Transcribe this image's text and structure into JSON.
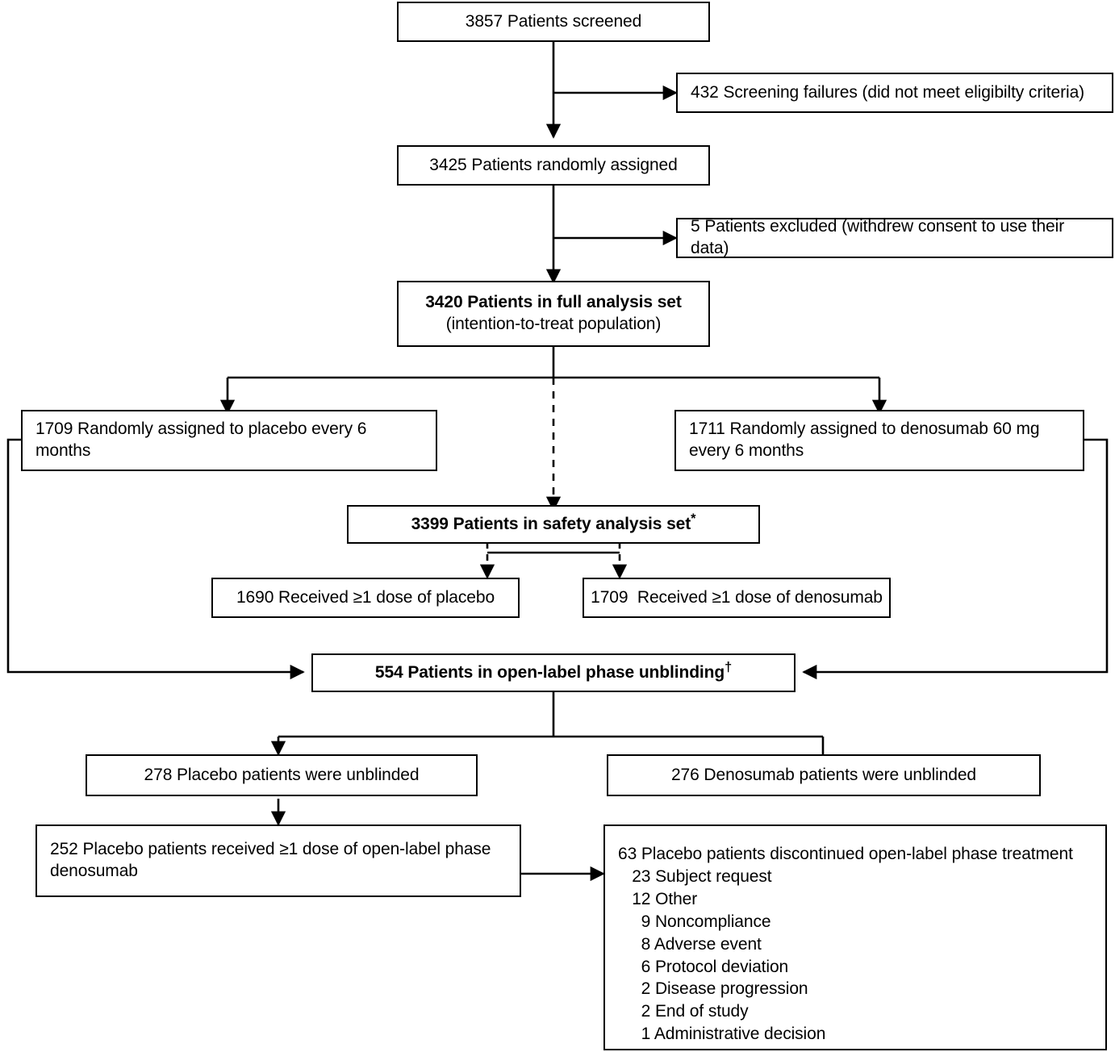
{
  "figure": {
    "type": "consort-flow-diagram",
    "title": "Patient screening, randomization, and open-label phase flow"
  },
  "nodes": {
    "screened": {
      "text": "3857 Patients screened"
    },
    "screening_failures": {
      "text": "432 Screening failures  (did not meet eligibilty criteria)"
    },
    "randomized": {
      "text": "3425 Patients randomly assigned"
    },
    "excluded": {
      "text": "5 Patients excluded (withdrew consent to use their data)"
    },
    "full_analysis": {
      "line1": "3420 Patients in full analysis set",
      "line2": "(intention-to-treat population)"
    },
    "placebo_assigned": {
      "text": "1709 Randomly assigned to placebo every 6 months"
    },
    "denosumab_assigned": {
      "text": "1711 Randomly assigned to denosumab 60 mg every 6 months"
    },
    "safety_analysis": {
      "text": "3399 Patients in safety analysis set",
      "marker": "*"
    },
    "placebo_dosed": {
      "text": "1690 Received ≥1 dose of placebo"
    },
    "denosumab_dosed": {
      "text": "1709  Received ≥1 dose of denosumab"
    },
    "unblinding": {
      "text": "554 Patients in open-label phase unblinding",
      "marker": "†"
    },
    "placebo_unblinded": {
      "text": "278 Placebo patients were unblinded"
    },
    "denosumab_unblinded": {
      "text": "276 Denosumab patients were unblinded"
    },
    "placebo_ol_dose": {
      "text": "252 Placebo patients received ≥1 dose of open-label phase denosumab"
    },
    "discontinued": {
      "heading": "63 Placebo patients discontinued open-label phase treatment",
      "reasons": [
        "   23 Subject request",
        "   12 Other",
        "     9 Noncompliance",
        "     8 Adverse event",
        "     6 Protocol deviation",
        "     2 Disease progression",
        "     2 End of study",
        "     1 Administrative decision"
      ]
    }
  },
  "colors": {
    "stroke": "#000000",
    "background": "#ffffff",
    "text": "#000000"
  }
}
